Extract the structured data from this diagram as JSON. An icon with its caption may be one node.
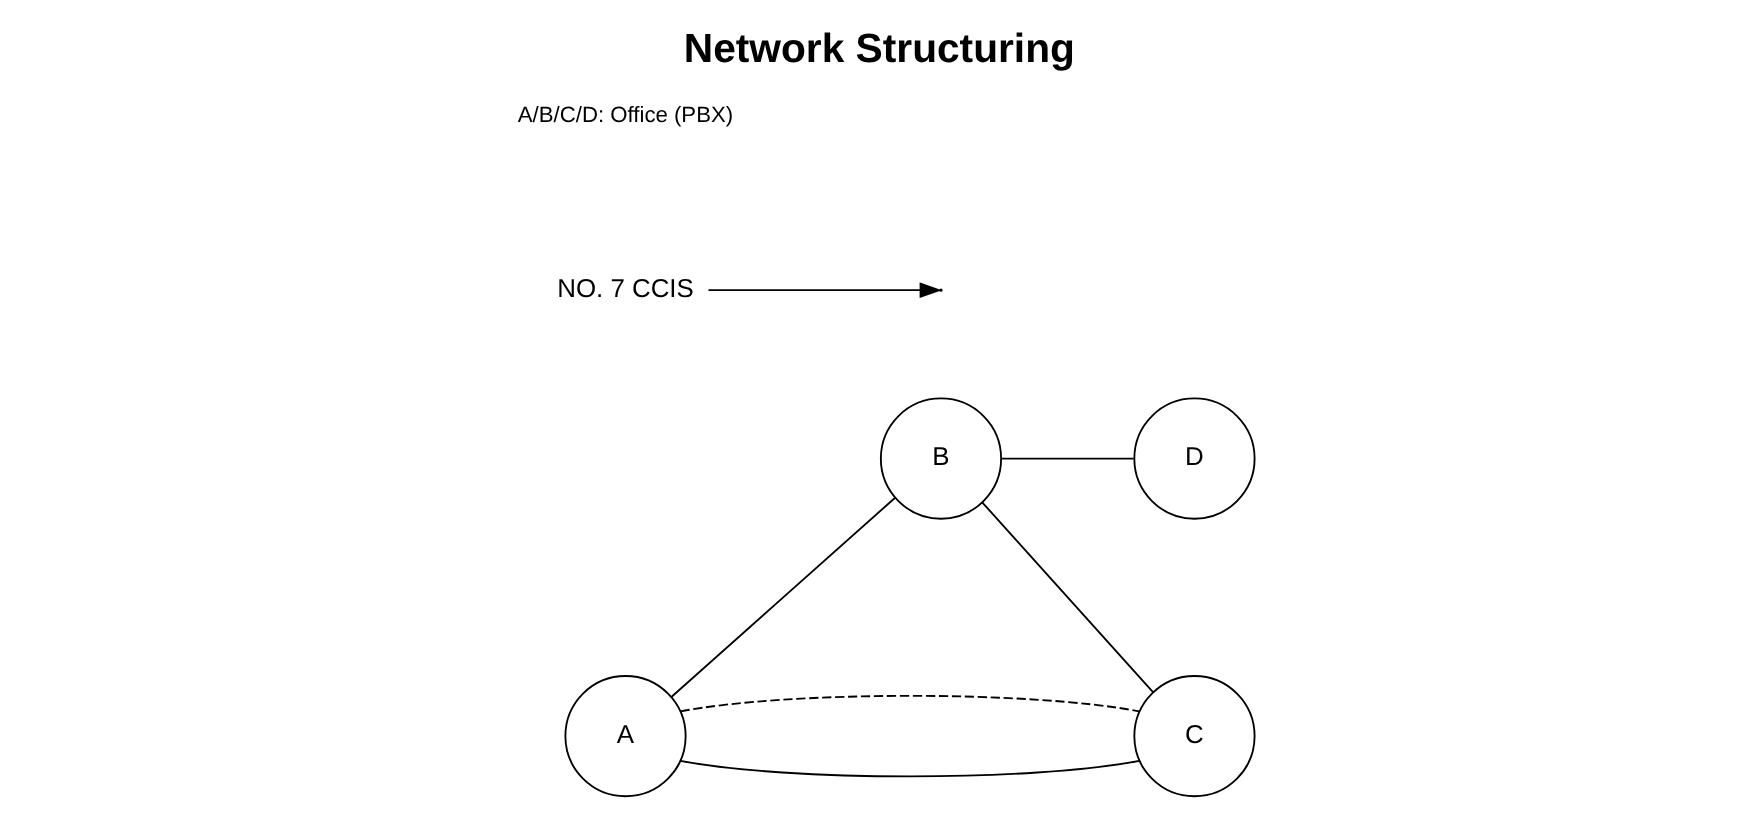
{
  "diagram": {
    "title": "Network Structuring",
    "nodes": [
      {
        "text": [
          "A"
        ]
      },
      {
        "text": [
          "B"
        ]
      },
      {
        "text": [
          "D"
        ]
      },
      {
        "text": [
          "C"
        ]
      },
      {
        "text": [
          "NO. 7 CCIS"
        ]
      }
    ],
    "edges": [
      {
        "from": 0,
        "to": 1,
        "arrow": "none"
      },
      {
        "from": 1,
        "to": 2,
        "arrow": "none"
      },
      {
        "from": 1,
        "to": 3,
        "arrow": "none"
      },
      {
        "from": 0,
        "to": 3,
        "arrow": "none"
      },
      {
        "from": 0,
        "to": 3,
        "arrow": "none",
        "style": "dashed"
      },
      {
        "from": 4,
        "to": null,
        "arrow": "to"
      }
    ],
    "labels": [
      "A/B/C/D: Office (PBX)"
    ]
  }
}
